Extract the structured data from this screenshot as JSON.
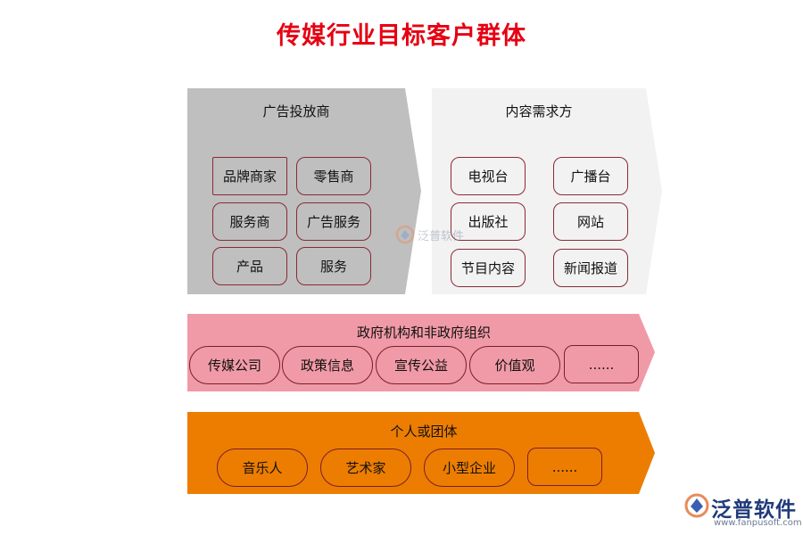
{
  "title": "传媒行业目标客户群体",
  "advertisers": {
    "label": "广告投放商",
    "items": [
      "品牌商家",
      "零售商",
      "服务商",
      "广告服务",
      "产品",
      "服务"
    ]
  },
  "content_demand": {
    "label": "内容需求方",
    "items": [
      "电视台",
      "广播台",
      "出版社",
      "网站",
      "节目内容",
      "新闻报道"
    ]
  },
  "government": {
    "label": "政府机构和非政府组织",
    "items": [
      "传媒公司",
      "政策信息",
      "宣传公益",
      "价值观",
      "......"
    ]
  },
  "individuals": {
    "label": "个人或团体",
    "items": [
      "音乐人",
      "艺术家",
      "小型企业",
      "......"
    ]
  },
  "watermark": {
    "text": "泛普软件"
  },
  "logo": {
    "name": "泛普软件",
    "url": "www.fanpusoft.com"
  },
  "colors": {
    "title": "#e60012",
    "advertisers_band": "#bfbfbf",
    "content_band": "#f2f2f2",
    "government_band": "#f19aa7",
    "individuals_band": "#ed7d00"
  }
}
